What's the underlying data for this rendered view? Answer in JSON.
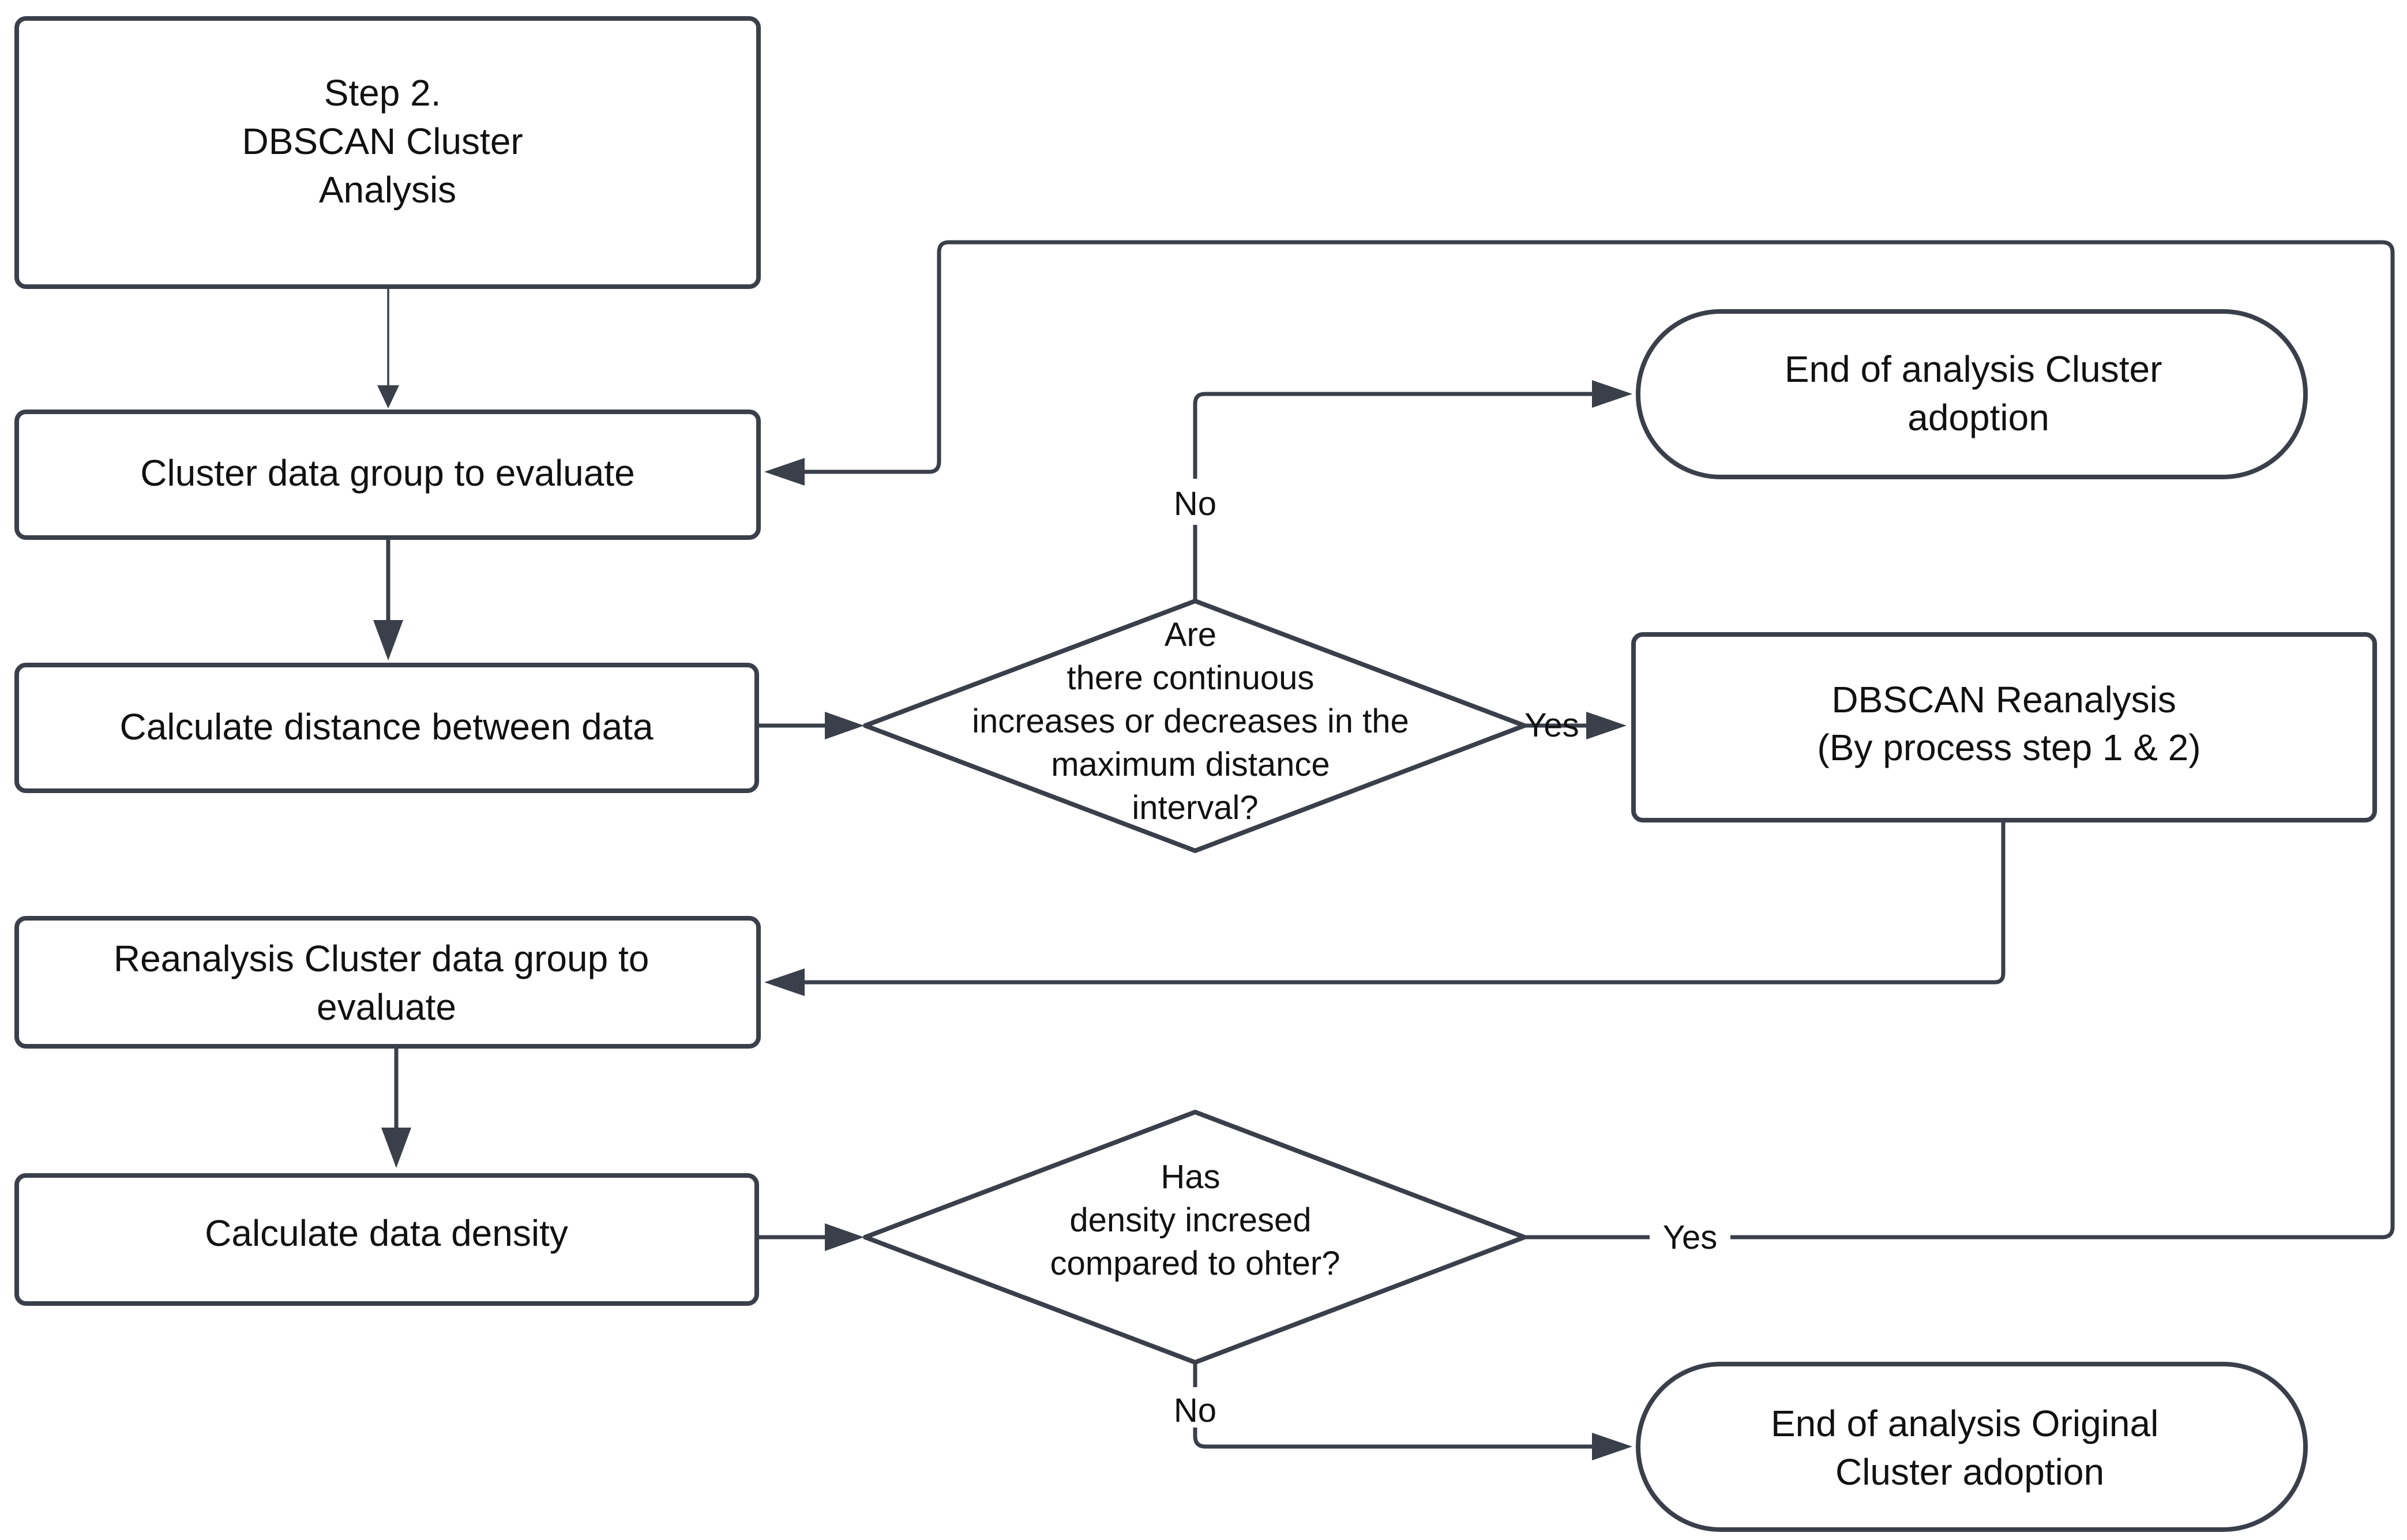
{
  "nodes": {
    "step2": {
      "lines": [
        "Step 2.",
        "DBSCAN Cluster",
        "Analysis"
      ]
    },
    "cluster_eval": {
      "lines": [
        "Cluster data group to evaluate"
      ]
    },
    "calc_distance": {
      "lines": [
        "Calculate distance between data"
      ]
    },
    "decision_distance": {
      "lines": [
        "Are",
        "there continuous",
        "increases or decreases in the",
        "maximum distance",
        "interval?"
      ]
    },
    "end_cluster": {
      "lines": [
        "End of analysis Cluster",
        "adoption"
      ]
    },
    "reanalysis": {
      "lines": [
        "DBSCAN Reanalysis",
        "(By process step 1 & 2)"
      ]
    },
    "reanalysis_eval": {
      "lines": [
        "Reanalysis Cluster data group to",
        "evaluate"
      ]
    },
    "calc_density": {
      "lines": [
        "Calculate data density"
      ]
    },
    "decision_density": {
      "lines": [
        "Has",
        "density incresed",
        "compared to ohter?"
      ]
    },
    "end_original": {
      "lines": [
        "End of analysis Original",
        "Cluster adoption"
      ]
    }
  },
  "edges": {
    "distance_no": "No",
    "distance_yes": "Yes",
    "density_yes": "Yes",
    "density_no": "No"
  },
  "colors": {
    "stroke": "#3a3f4a",
    "text": "#111111",
    "background": "#ffffff"
  }
}
